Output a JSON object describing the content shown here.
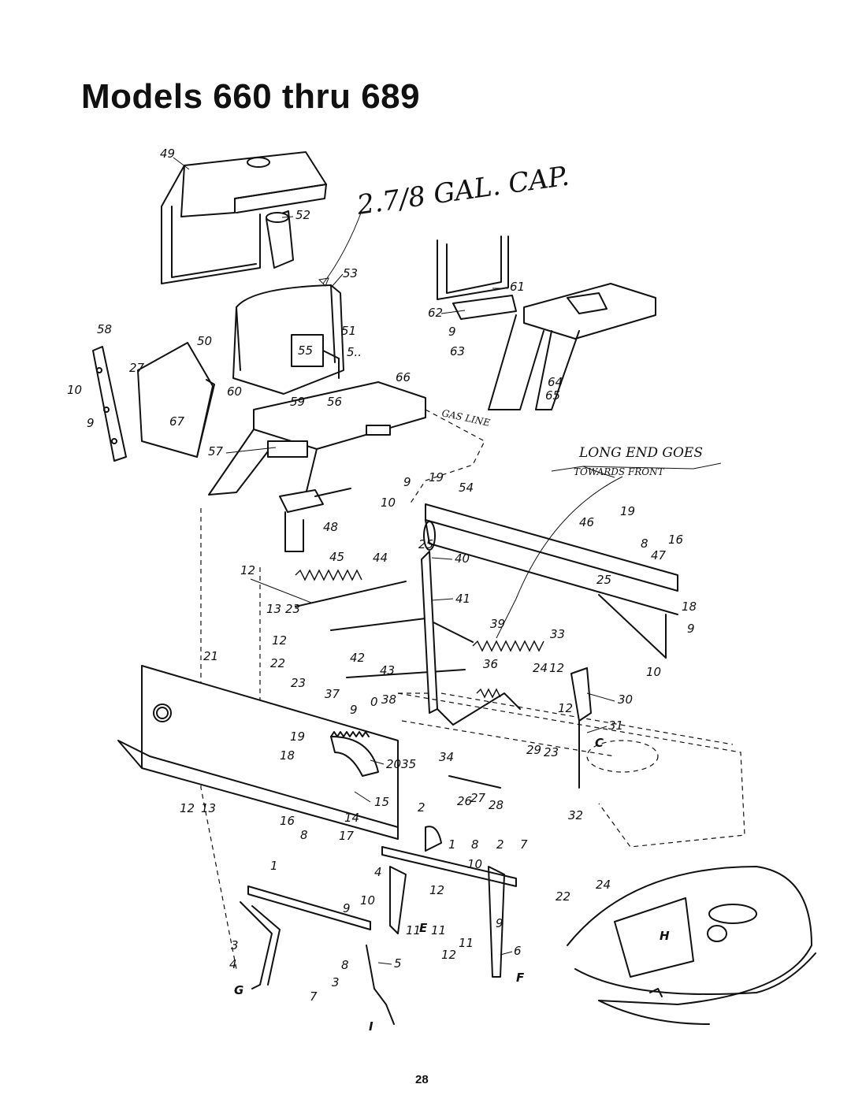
{
  "page": {
    "title": "Models 660 thru 689",
    "page_number": "28"
  },
  "annotations": {
    "capacity_note": "2.7/8 GAL. CAP.",
    "gas_line": "GAS LINE",
    "long_end_line1": "LONG END GOES",
    "long_end_line2": "TOWARDS FRONT"
  },
  "callouts": {
    "c49": "49",
    "c52": "52",
    "c53": "53",
    "c51": "51",
    "c55": "55",
    "c5x": "5..",
    "c58": "58",
    "c50": "50",
    "c27a": "27",
    "c10a": "10",
    "c9a": "9",
    "c67": "67",
    "c60": "60",
    "c59": "59",
    "c56": "56",
    "c66": "66",
    "c57": "57",
    "c61": "61",
    "c62": "62",
    "c9b": "9",
    "c63": "63",
    "c64": "64",
    "c65": "65",
    "c9c": "9",
    "c19a": "19",
    "c54": "54",
    "c10b": "10",
    "c48": "48",
    "c25a": "25",
    "c40": "40",
    "c46": "46",
    "c19b": "19",
    "c8a": "8",
    "c16a": "16",
    "c47": "47",
    "c12a": "12",
    "c45": "45",
    "c44": "44",
    "c25b": "25",
    "c18a": "18",
    "c41": "41",
    "c13a": "13",
    "c23a": "23",
    "c39": "39",
    "c33": "33",
    "c9d": "9",
    "c12b": "12",
    "c21": "21",
    "c22a": "22",
    "c42": "42",
    "c43": "43",
    "c36": "36",
    "c24a": "24",
    "c12c": "12",
    "c10c": "10",
    "c23b": "23",
    "c37": "37",
    "c0": "0",
    "c38": "38",
    "c30": "30",
    "c9e": "9",
    "c12d": "12",
    "c31": "31",
    "c19c": "19",
    "c29": "29",
    "c23c": "23",
    "c18b": "18",
    "c2035": "2035",
    "c34": "34",
    "c15": "15",
    "c12e": "12",
    "c13b": "13",
    "c16b": "16",
    "c14": "14",
    "c26": "26",
    "c27b": "27",
    "c28": "28",
    "c32": "32",
    "c8b": "8",
    "c17": "17",
    "c2a": "2",
    "c1a": "1",
    "c8c": "8",
    "c2b": "2",
    "c7a": "7",
    "c10d": "10",
    "c1b": "1",
    "c4a": "4",
    "c12f": "12",
    "c9f": "9",
    "c11a": "11",
    "c9g": "9",
    "c10e": "10",
    "c11b": "11",
    "c11c": "11",
    "c12g": "12",
    "c6": "6",
    "c24b": "24",
    "c22b": "22",
    "c3a": "3",
    "c4b": "4",
    "c8d": "8",
    "c5": "5",
    "c3b": "3",
    "c7b": "7",
    "cE": "E",
    "cF": "F",
    "cG": "G",
    "cH": "H",
    "cI": "I",
    "cC": "C"
  }
}
